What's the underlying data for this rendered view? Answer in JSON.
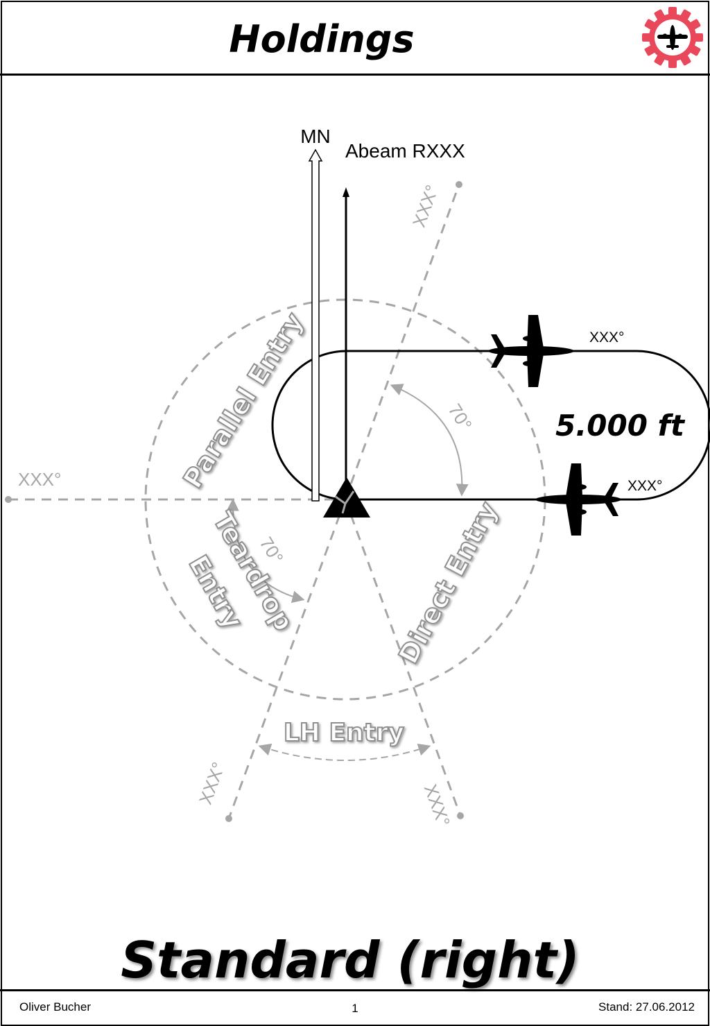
{
  "header": {
    "title": "Holdings"
  },
  "diagram": {
    "north_label": "MN",
    "inbound_label": "Abeam RXXX",
    "altitude": "5.000 ft",
    "outbound_course_label": "XXX°",
    "inbound_course_label": "XXX°",
    "radial_labels": [
      "XXX°",
      "XXX°",
      "XXX°",
      "XXX°"
    ],
    "sector_labels": {
      "parallel": "Parallel Entry",
      "teardrop_line1": "Teardrop",
      "teardrop_line2": "Entry",
      "direct": "Direct Entry",
      "lh": "LH Entry"
    },
    "angle_labels": [
      "70°",
      "70°"
    ],
    "colors": {
      "ink": "#000000",
      "grey": "#a6a6a6",
      "logo_red": "#e8485a"
    },
    "icons": [
      "vor-station-icon",
      "airplane-icon",
      "logo-gear-icon"
    ]
  },
  "footer": {
    "holding_name": "Standard (right)",
    "author": "Oliver Bucher",
    "page_number": "1",
    "date": "Stand: 27.06.2012"
  }
}
